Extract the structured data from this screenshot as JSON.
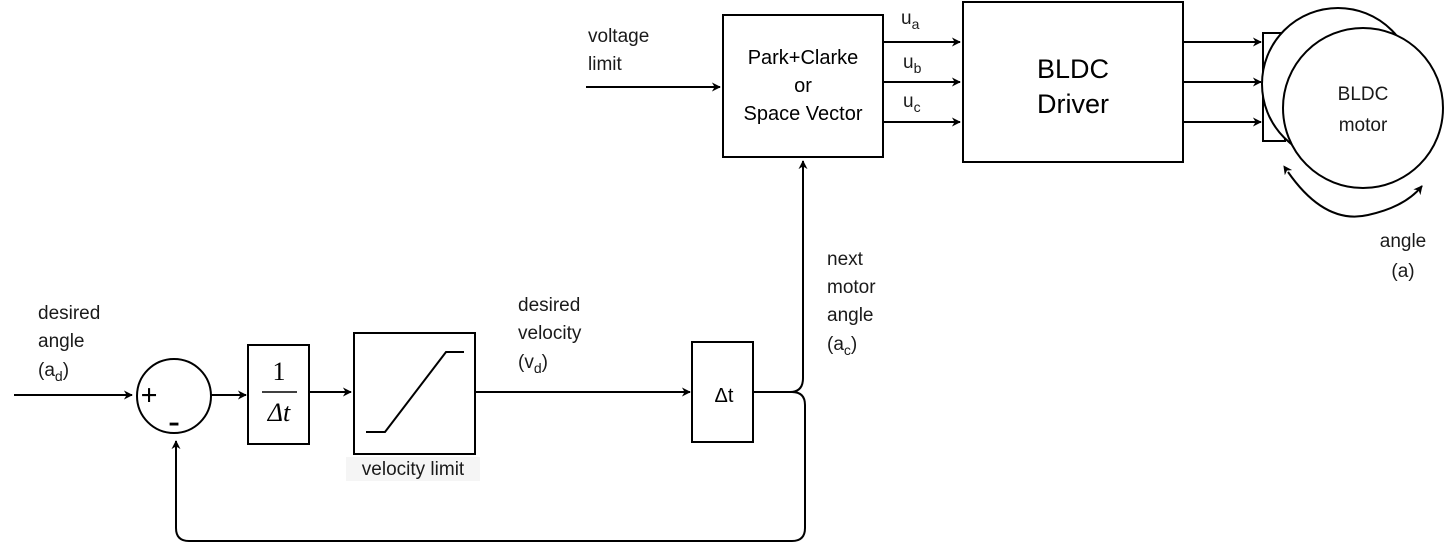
{
  "inputs": {
    "voltage_limit": [
      "voltage",
      "limit"
    ],
    "desired_angle": {
      "line1": "desired",
      "line2": "angle",
      "sym": "a",
      "sub": "d"
    }
  },
  "blocks": {
    "park_clarke": [
      "Park+Clarke",
      "or",
      "Space Vector"
    ],
    "bldc_driver": [
      "BLDC",
      "Driver"
    ],
    "bldc_motor": [
      "BLDC",
      "motor"
    ],
    "derivative": {
      "numerator": "1",
      "denominator": "Δt"
    },
    "velocity_limit": "velocity limit",
    "integrator": "Δt"
  },
  "summing_junction": {
    "plus": "+",
    "minus": "-"
  },
  "signals": {
    "ua": {
      "sym": "u",
      "sub": "a"
    },
    "ub": {
      "sym": "u",
      "sub": "b"
    },
    "uc": {
      "sym": "u",
      "sub": "c"
    },
    "desired_velocity": {
      "line1": "desired",
      "line2": "velocity",
      "sym": "v",
      "sub": "d"
    },
    "next_motor_angle": {
      "line1": "next",
      "line2": "motor",
      "line3": "angle",
      "sym": "a",
      "sub": "c"
    },
    "angle": {
      "line1": "angle",
      "line2": "(a)"
    }
  }
}
